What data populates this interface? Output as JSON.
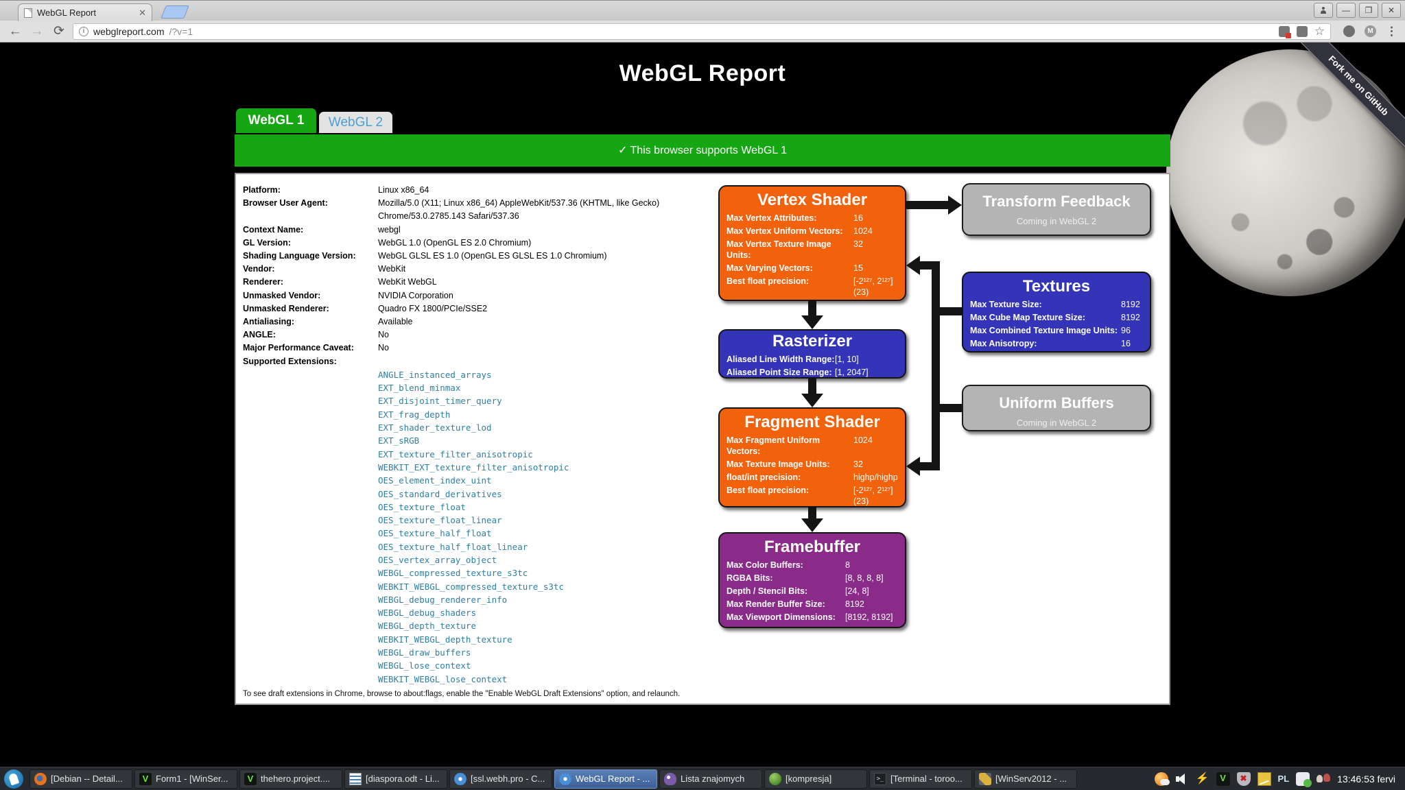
{
  "browser": {
    "tab_title": "WebGL Report",
    "close_tab_glyph": "✕",
    "url": {
      "host": "webglreport.com",
      "path": "/?v=1"
    },
    "window_controls": {
      "minimize": "—",
      "maximize": "❐",
      "close": "✕"
    },
    "nav": {
      "back": "←",
      "forward": "→",
      "reload": "⟳"
    },
    "menu_glyph": "⋮",
    "m_badge": "M",
    "star_glyph": "☆",
    "info_glyph": "i"
  },
  "page": {
    "title": "WebGL Report",
    "ribbon": "Fork me on GitHub",
    "tabs": [
      "WebGL 1",
      "WebGL 2"
    ],
    "banner": "✓ This browser supports WebGL 1",
    "info": [
      {
        "label": "Platform:",
        "value": "Linux x86_64"
      },
      {
        "label": "Browser User Agent:",
        "value": "Mozilla/5.0 (X11; Linux x86_64) AppleWebKit/537.36 (KHTML, like Gecko) Chrome/53.0.2785.143 Safari/537.36"
      },
      {
        "label": "Context Name:",
        "value": "webgl"
      },
      {
        "label": "GL Version:",
        "value": "WebGL 1.0 (OpenGL ES 2.0 Chromium)"
      },
      {
        "label": "Shading Language Version:",
        "value": "WebGL GLSL ES 1.0 (OpenGL ES GLSL ES 1.0 Chromium)"
      },
      {
        "label": "Vendor:",
        "value": "WebKit"
      },
      {
        "label": "Renderer:",
        "value": "WebKit WebGL"
      },
      {
        "label": "Unmasked Vendor:",
        "value": "NVIDIA Corporation"
      },
      {
        "label": "Unmasked Renderer:",
        "value": "Quadro FX 1800/PCIe/SSE2"
      },
      {
        "label": "Antialiasing:",
        "value": "Available"
      },
      {
        "label": "ANGLE:",
        "value": "No"
      },
      {
        "label": "Major Performance Caveat:",
        "value": "No"
      }
    ],
    "extensions_label": "Supported Extensions:",
    "extensions": [
      "ANGLE_instanced_arrays",
      "EXT_blend_minmax",
      "EXT_disjoint_timer_query",
      "EXT_frag_depth",
      "EXT_shader_texture_lod",
      "EXT_sRGB",
      "EXT_texture_filter_anisotropic",
      "WEBKIT_EXT_texture_filter_anisotropic",
      "OES_element_index_uint",
      "OES_standard_derivatives",
      "OES_texture_float",
      "OES_texture_float_linear",
      "OES_texture_half_float",
      "OES_texture_half_float_linear",
      "OES_vertex_array_object",
      "WEBGL_compressed_texture_s3tc",
      "WEBKIT_WEBGL_compressed_texture_s3tc",
      "WEBGL_debug_renderer_info",
      "WEBGL_debug_shaders",
      "WEBGL_depth_texture",
      "WEBKIT_WEBGL_depth_texture",
      "WEBGL_draw_buffers",
      "WEBGL_lose_context",
      "WEBKIT_WEBGL_lose_context"
    ],
    "footnote": "To see draft extensions in Chrome, browse to about:flags, enable the \"Enable WebGL Draft Extensions\" option, and relaunch."
  },
  "diagram": {
    "vertex_shader": {
      "title": "Vertex Shader",
      "rows": [
        {
          "label": "Max Vertex Attributes:",
          "value": "16"
        },
        {
          "label": "Max Vertex Uniform Vectors:",
          "value": "1024"
        },
        {
          "label": "Max Vertex Texture Image Units:",
          "value": "32"
        },
        {
          "label": "Max Varying Vectors:",
          "value": "15"
        },
        {
          "label": "Best float precision:",
          "value": "[-2¹²⁷, 2¹²⁷] (23)"
        }
      ]
    },
    "rasterizer": {
      "title": "Rasterizer",
      "rows": [
        {
          "label": "Aliased Line Width Range:",
          "value": "[1, 10]"
        },
        {
          "label": "Aliased Point Size Range:",
          "value": "[1, 2047]"
        }
      ]
    },
    "fragment_shader": {
      "title": "Fragment Shader",
      "rows": [
        {
          "label": "Max Fragment Uniform Vectors:",
          "value": "1024"
        },
        {
          "label": "Max Texture Image Units:",
          "value": "32"
        },
        {
          "label": "float/int precision:",
          "value": "highp/highp"
        },
        {
          "label": "Best float precision:",
          "value": "[-2¹²⁷, 2¹²⁷] (23)"
        }
      ]
    },
    "framebuffer": {
      "title": "Framebuffer",
      "rows": [
        {
          "label": "Max Color Buffers:",
          "value": "8"
        },
        {
          "label": "RGBA Bits:",
          "value": "[8, 8, 8, 8]"
        },
        {
          "label": "Depth / Stencil Bits:",
          "value": "[24, 8]"
        },
        {
          "label": "Max Render Buffer Size:",
          "value": "8192"
        },
        {
          "label": "Max Viewport Dimensions:",
          "value": "[8192, 8192]"
        }
      ]
    },
    "transform_feedback": {
      "title": "Transform Feedback",
      "note": "Coming in WebGL 2"
    },
    "textures": {
      "title": "Textures",
      "rows": [
        {
          "label": "Max Texture Size:",
          "value": "8192"
        },
        {
          "label": "Max Cube Map Texture Size:",
          "value": "8192"
        },
        {
          "label": "Max Combined Texture Image Units:",
          "value": "96"
        },
        {
          "label": "Max Anisotropy:",
          "value": "16"
        }
      ]
    },
    "uniform_buffers": {
      "title": "Uniform Buffers",
      "note": "Coming in WebGL 2"
    }
  },
  "colors": {
    "green": "#16a513",
    "orange": "#f2620d",
    "blue": "#3434b8",
    "purple": "#8a2b8a",
    "gray_box": "#b4b4b4",
    "extension_link": "#2d7fa3",
    "taskbar_active": "#4a6fa5"
  },
  "taskbar": {
    "windows": [
      {
        "icon": "firefox-icon",
        "label": "[Debian -- Detail..."
      },
      {
        "icon": "lazarus-icon",
        "label": "Form1 - [WinSer..."
      },
      {
        "icon": "lazarus-icon",
        "label": "thehero.project...."
      },
      {
        "icon": "writer-doc-icon",
        "label": "[diaspora.odt - Li..."
      },
      {
        "icon": "chromium-icon",
        "label": "[ssl.webh.pro - C..."
      },
      {
        "icon": "chromium-icon",
        "label": "WebGL Report - ...",
        "active": true
      },
      {
        "icon": "pidgin-icon",
        "label": "Lista znajomych"
      },
      {
        "icon": "green-ball-icon",
        "label": "[kompresja]"
      },
      {
        "icon": "terminal-icon",
        "label": "[Terminal - toroo..."
      },
      {
        "icon": "winserv-icon",
        "label": "[WinServ2012 - ..."
      }
    ],
    "tray": {
      "icons": [
        "weather-icon",
        "volume-icon",
        "power-icon",
        "lazarus-icon",
        "shield-icon",
        "notes-icon",
        "keyboard-layout",
        "chat-icon",
        "lamp-icon"
      ],
      "power_glyph": "⚡",
      "shield_glyph": "✖",
      "keyboard_layout": "PL",
      "clock": "13:46:53 fervi"
    }
  }
}
